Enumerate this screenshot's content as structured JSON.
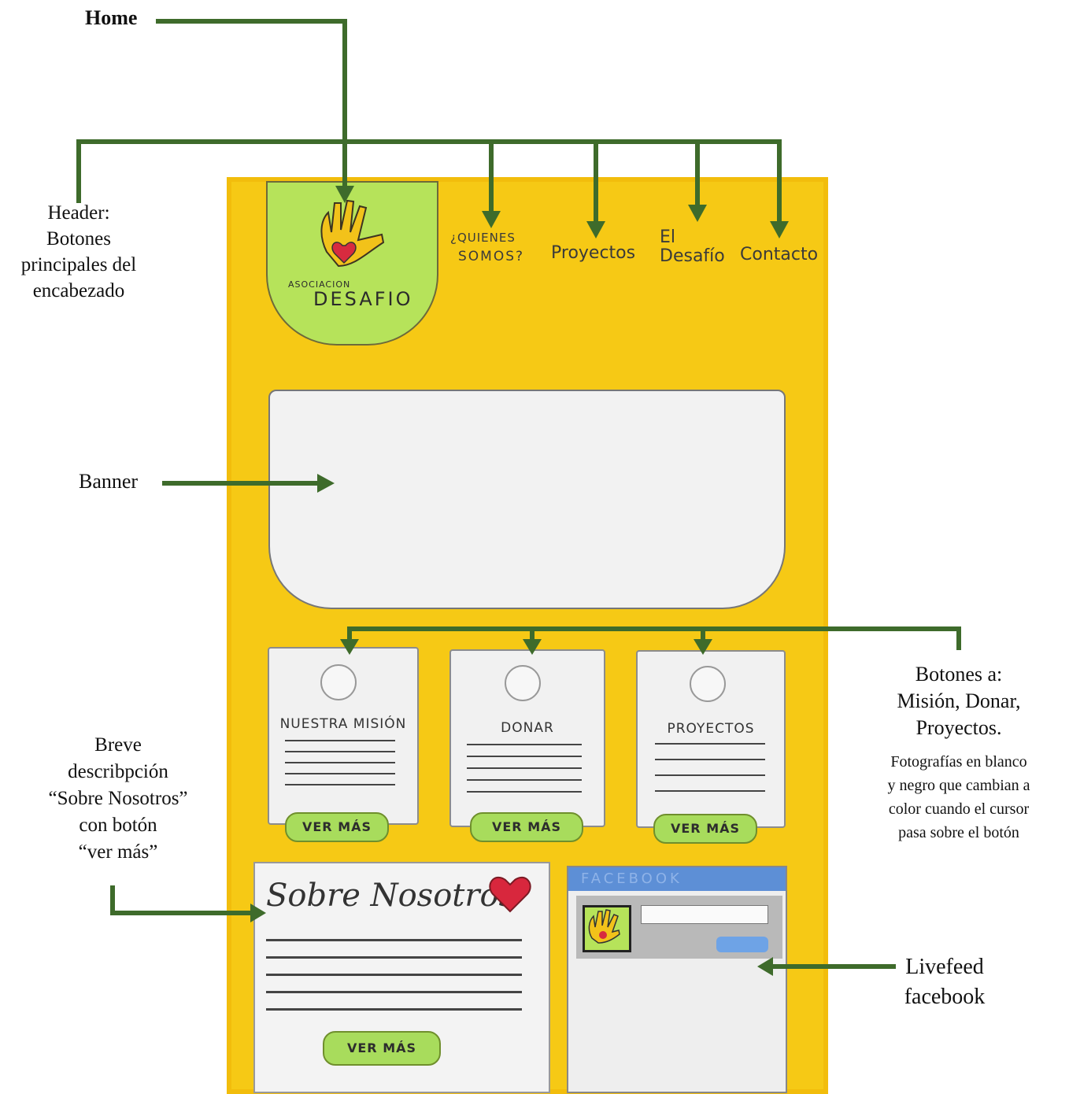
{
  "annotations": {
    "home": "Home",
    "header": [
      "Header:",
      "Botones",
      "principales del",
      "encabezado"
    ],
    "banner": "Banner",
    "botones": [
      "Botones a:",
      "Misión, Donar,",
      "Proyectos."
    ],
    "botones_note": [
      "Fotografías en blanco",
      "y negro que cambian a",
      "color cuando el cursor",
      "pasa sobre el botón"
    ],
    "breve": [
      "Breve",
      "describpción",
      "“Sobre Nosotros”",
      "con botón",
      "“ver más”"
    ],
    "livefeed": [
      "Livefeed",
      "facebook"
    ]
  },
  "logo": {
    "small": "ASOCIACION",
    "large": "DESAFIO"
  },
  "nav": [
    {
      "line1": "¿QUIENES",
      "line2": "SOMOS?"
    },
    {
      "line1": "",
      "line2": "Proyectos"
    },
    {
      "line1": "El",
      "line2": "Desafío"
    },
    {
      "line1": "",
      "line2": "Contacto"
    }
  ],
  "cards": [
    {
      "title": "NUESTRA MISIÓN",
      "button": "VER MÁS"
    },
    {
      "title": "DONAR",
      "button": "VER MÁS"
    },
    {
      "title": "PROYECTOS",
      "button": "VER MÁS"
    }
  ],
  "sobre": {
    "title": "Sobre Nosotros",
    "button": "VER MÁS"
  },
  "facebook": {
    "label": "FACEBOOK"
  },
  "colors": {
    "arrow": "#3e6b2b",
    "page": "#f6c915",
    "logo": "#b6e35a",
    "button": "#a8dc5c",
    "fb_bar": "#5d8fd6"
  }
}
